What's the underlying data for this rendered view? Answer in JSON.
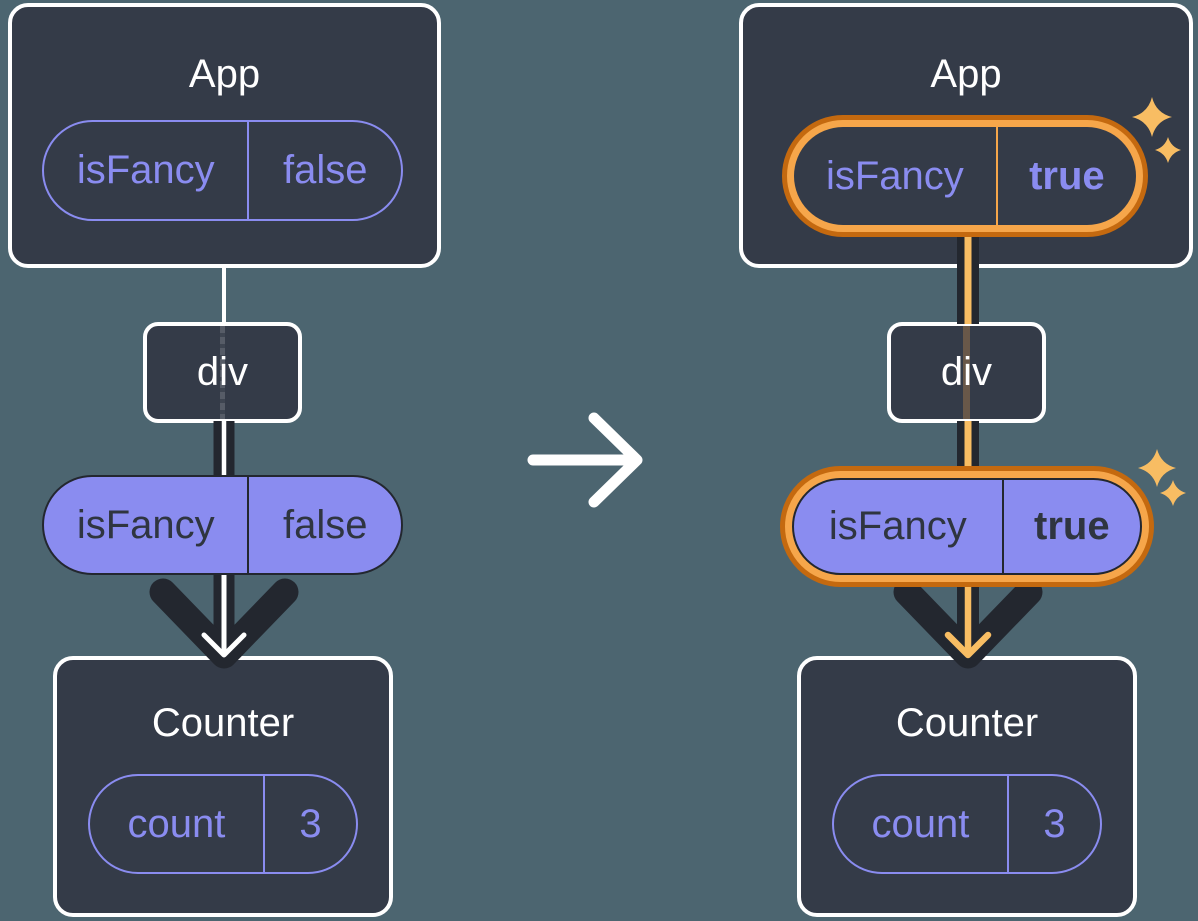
{
  "colors": {
    "background": "#4C6570",
    "box_fill": "#343B48",
    "box_border": "#FFFFFF",
    "purple": "#8A8CF0",
    "dark_ink": "#23272F",
    "pill_text_dark": "#2F3540",
    "highlight_ring_outer": "#C4690F",
    "highlight_ring_inner": "#F6A64A",
    "highlight_glow": "#F8BD63"
  },
  "before": {
    "app_title": "App",
    "app_prop": {
      "name": "isFancy",
      "value": "false"
    },
    "div_label": "div",
    "passed_prop": {
      "name": "isFancy",
      "value": "false"
    },
    "counter_title": "Counter",
    "counter_state": {
      "name": "count",
      "value": "3"
    }
  },
  "after": {
    "app_title": "App",
    "app_prop": {
      "name": "isFancy",
      "value": "true"
    },
    "div_label": "div",
    "passed_prop": {
      "name": "isFancy",
      "value": "true"
    },
    "counter_title": "Counter",
    "counter_state": {
      "name": "count",
      "value": "3"
    }
  }
}
